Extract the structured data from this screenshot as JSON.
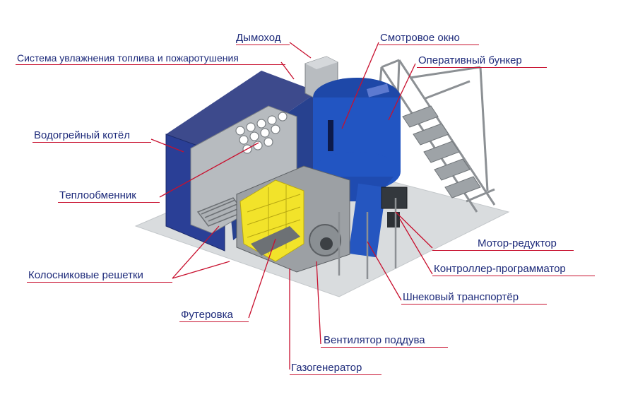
{
  "labels": {
    "chimney": "Дымоход",
    "inspection_window": "Смотровое окно",
    "humidification_system": "Система увлажнения топлива и пожаротушения",
    "operational_bunker": "Оперативный бункер",
    "water_boiler": "Водогрейный котёл",
    "heat_exchanger": "Теплообменник",
    "motor_reducer": "Мотор-редуктор",
    "controller_programmer": "Контроллер-программатор",
    "grate_bars": "Колосниковые решетки",
    "screw_conveyor": "Шнековый транспортёр",
    "lining": "Футеровка",
    "blower_fan": "Вентилятор поддува",
    "gas_generator": "Газогенератор"
  },
  "colors": {
    "label_text": "#1d2a7a",
    "leader_line": "#c8102e",
    "boiler_blue": "#23409a",
    "lining_yellow": "#f2e32a",
    "floor_gray": "#d6dadc",
    "frame_steel": "#8c9094"
  }
}
